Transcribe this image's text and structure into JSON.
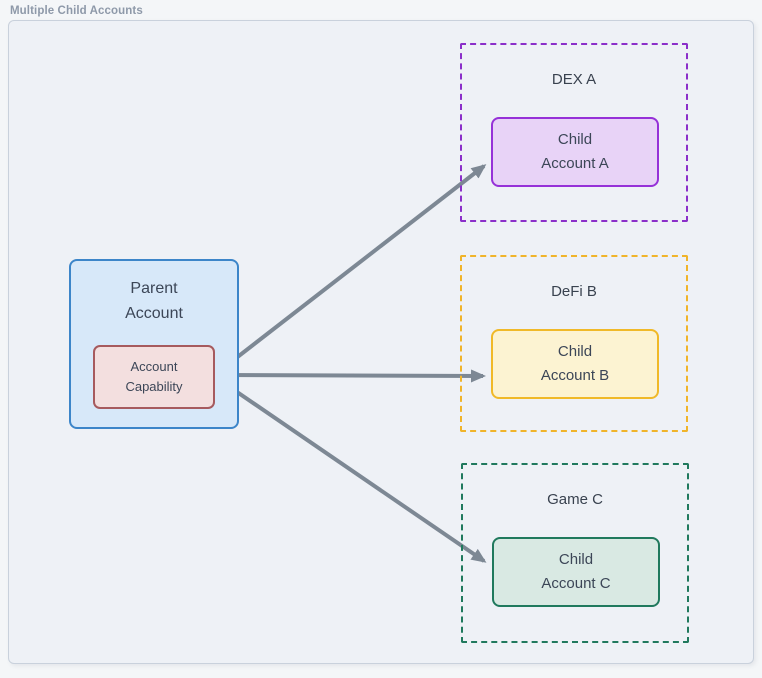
{
  "diagram": {
    "title": "Multiple Child Accounts",
    "parent": {
      "label_line1": "Parent",
      "label_line2": "Account",
      "capability_line1": "Account",
      "capability_line2": "Capability"
    },
    "groups": [
      {
        "id": "dex-a",
        "label": "DEX A",
        "child_line1": "Child",
        "child_line2": "Account A",
        "border_color": "#8b2fc9",
        "child_bg": "#e8d3f7",
        "child_border": "#9631d8"
      },
      {
        "id": "defi-b",
        "label": "DeFi B",
        "child_line1": "Child",
        "child_line2": "Account B",
        "border_color": "#f0b42a",
        "child_bg": "#fcf3d2",
        "child_border": "#f0b929"
      },
      {
        "id": "game-c",
        "label": "Game C",
        "child_line1": "Child",
        "child_line2": "Account C",
        "border_color": "#20795d",
        "child_bg": "#d9e9e3",
        "child_border": "#20795d"
      }
    ],
    "arrows": [
      {
        "from": "account-capability",
        "to": "child-account-a"
      },
      {
        "from": "account-capability",
        "to": "child-account-b"
      },
      {
        "from": "account-capability",
        "to": "child-account-c"
      }
    ],
    "colors": {
      "canvas_bg": "#eef1f6",
      "canvas_border": "#c9d1dc",
      "parent_bg": "#d7e8f9",
      "parent_border": "#3c85c9",
      "capability_bg": "#f3dfdf",
      "capability_border": "#a65a5e",
      "arrow": "#7d8894",
      "title_text": "#8e99a9",
      "label_text": "#3c4657"
    }
  }
}
